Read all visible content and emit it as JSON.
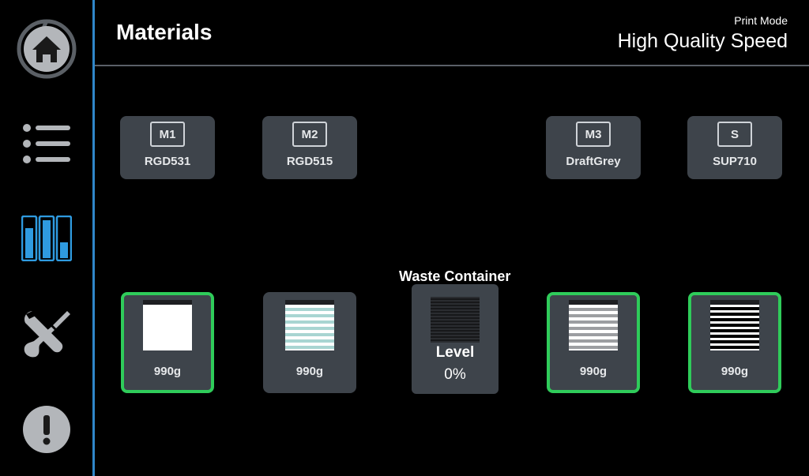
{
  "sidebar": {
    "items": [
      {
        "name": "home",
        "icon": "home-icon"
      },
      {
        "name": "list",
        "icon": "list-icon"
      },
      {
        "name": "materials",
        "icon": "materials-icon",
        "active": true
      },
      {
        "name": "tools",
        "icon": "tools-icon"
      },
      {
        "name": "alerts",
        "icon": "alert-icon"
      }
    ],
    "accent_color": "#2f86c9"
  },
  "header": {
    "title": "Materials",
    "print_mode_label": "Print Mode",
    "print_mode_value": "High Quality Speed"
  },
  "materials": [
    {
      "slot": "M1",
      "name": "RGD531"
    },
    {
      "slot": "M2",
      "name": "RGD515"
    },
    {
      "slot": "M3",
      "name": "DraftGrey"
    },
    {
      "slot": "S",
      "name": "SUP710"
    }
  ],
  "cartridges": [
    {
      "weight": "990g",
      "active": true,
      "fill": "white"
    },
    {
      "weight": "990g",
      "active": false,
      "fill": "light-cyan-striped"
    },
    {
      "weight": "990g",
      "active": true,
      "fill": "grey-striped"
    },
    {
      "weight": "990g",
      "active": true,
      "fill": "black-white-striped"
    }
  ],
  "waste": {
    "title": "Waste Container",
    "level_label": "Level",
    "level_value": "0%"
  },
  "colors": {
    "active_border": "#2fcc5a",
    "card_bg": "#3e444b"
  }
}
